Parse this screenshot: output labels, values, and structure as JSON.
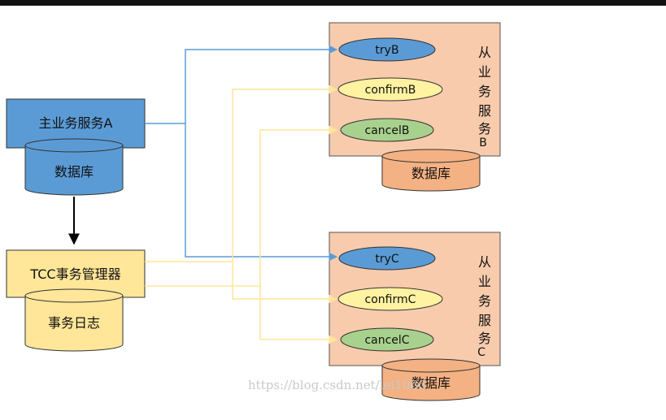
{
  "colors": {
    "main_blue": "#5b9bd5",
    "tcc_yellow": "#ffe699",
    "sub_peach": "#f8cbad",
    "db_orange": "#f4b183",
    "try_blue": "#5b9bd5",
    "confirm_yellow": "#fff2a0",
    "cancel_green": "#a9d18e",
    "blue_line": "#5b9bd5",
    "yellow_line": "#ffe699"
  },
  "main_service": {
    "label": "主业务服务A",
    "db_label": "数据库"
  },
  "tcc_manager": {
    "label": "TCC事务管理器",
    "log_label": "事务日志"
  },
  "service_b": {
    "title_chars": [
      "从",
      "业",
      "务",
      "服",
      "务",
      "B"
    ],
    "try_label": "tryB",
    "confirm_label": "confirmB",
    "cancel_label": "cancelB",
    "db_label": "数据库"
  },
  "service_c": {
    "title_chars": [
      "从",
      "业",
      "务",
      "服",
      "务",
      "C"
    ],
    "try_label": "tryC",
    "confirm_label": "confirmC",
    "cancel_label": "cancelC",
    "db_label": "数据库"
  },
  "watermark": "https://blog.csdn.net/lei1066"
}
